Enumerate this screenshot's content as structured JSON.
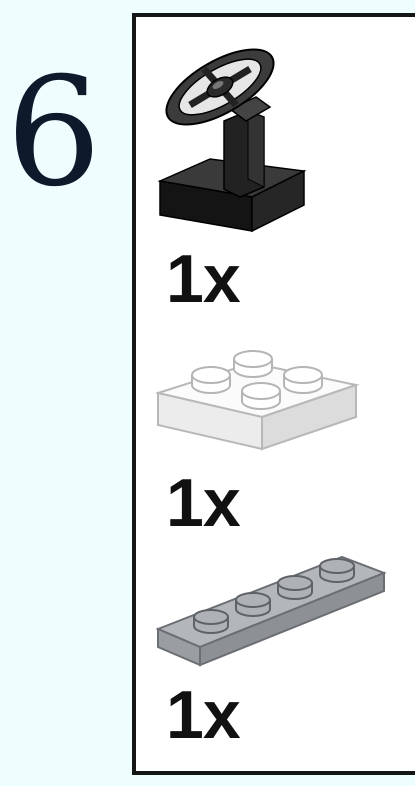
{
  "step": {
    "number": "6"
  },
  "parts": [
    {
      "part_icon": "black-steering-wheel-on-stand-icon",
      "quantity_label": "1x",
      "color": "#1d1d1d"
    },
    {
      "part_icon": "white-2x2-plate-icon",
      "quantity_label": "1x",
      "color": "#f4f4f4"
    },
    {
      "part_icon": "light-gray-1x4-plate-icon",
      "quantity_label": "1x",
      "color": "#a5a8ad"
    }
  ]
}
